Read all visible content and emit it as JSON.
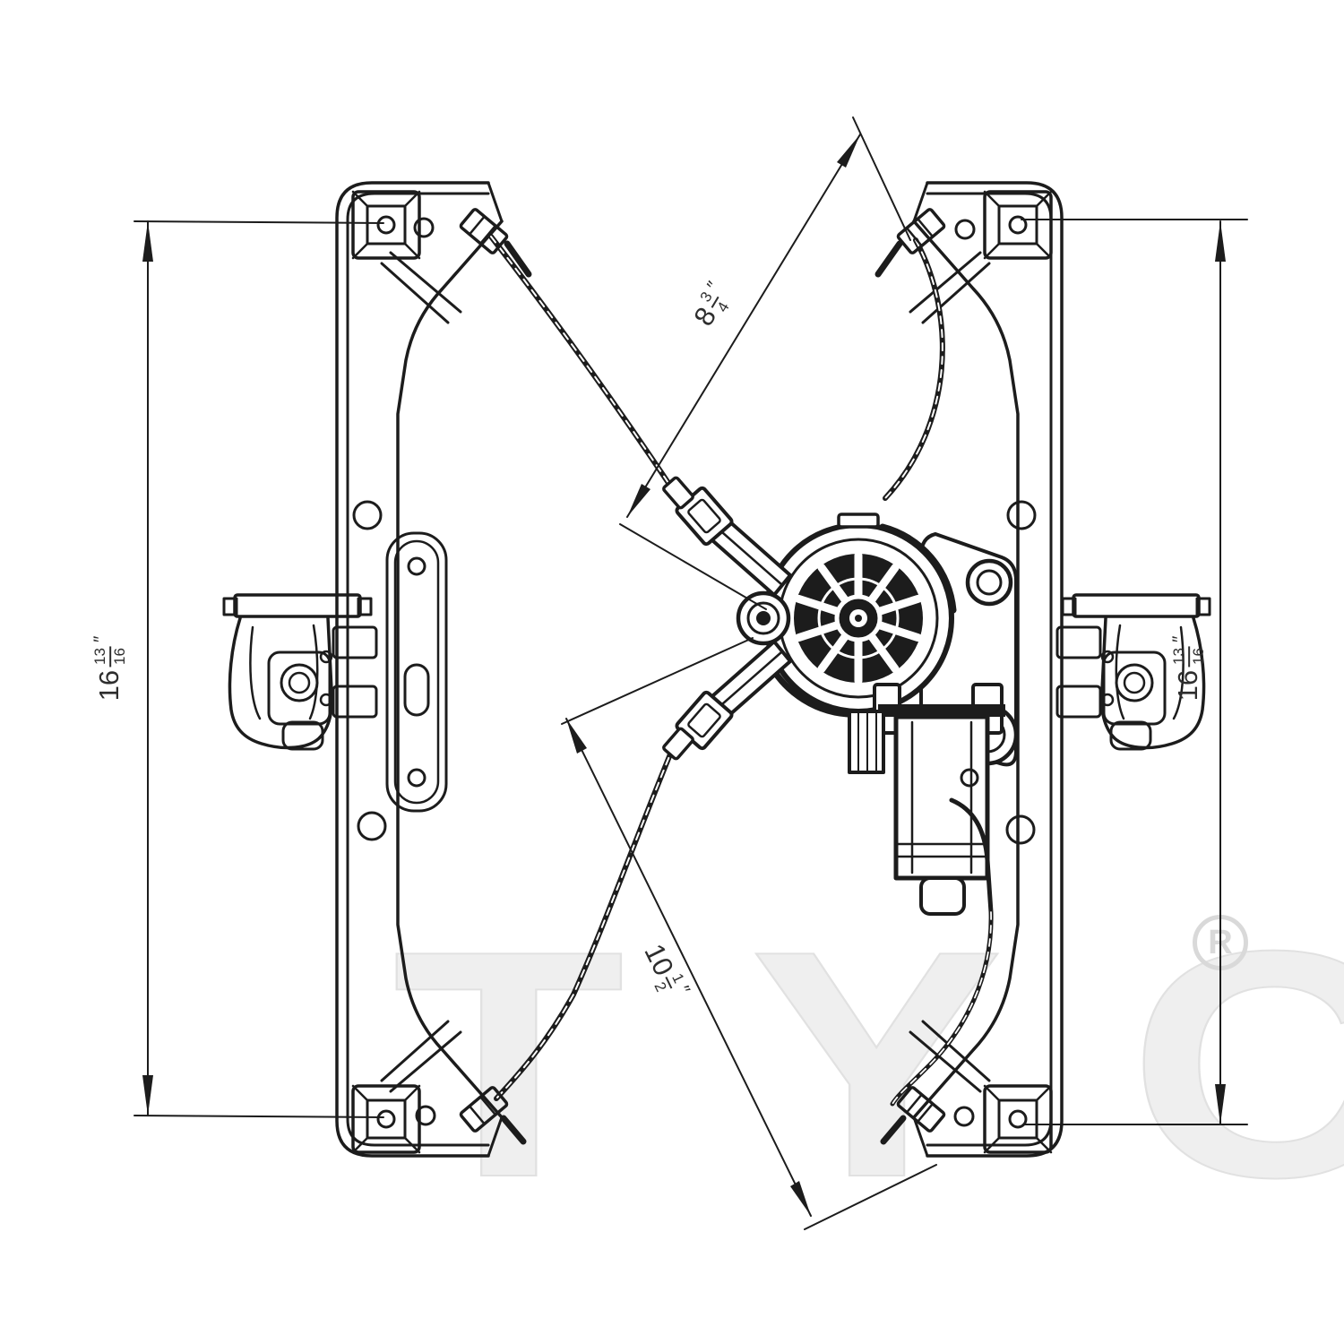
{
  "drawing": {
    "background": "#ffffff",
    "line_color": "#1c1c1c",
    "watermark": {
      "brand": "TYC",
      "registered_letter": "R",
      "color": "#efefef"
    },
    "dimensions": {
      "left_height": {
        "whole": "16",
        "num": "13",
        "den": "16",
        "unit": "″"
      },
      "right_height": {
        "whole": "16",
        "num": "13",
        "den": "16",
        "unit": "″"
      },
      "upper_cable": {
        "whole": "8",
        "num": "3",
        "den": "4",
        "unit": "″"
      },
      "lower_cable": {
        "whole": "10",
        "num": "1",
        "den": "2",
        "unit": "″"
      }
    }
  }
}
